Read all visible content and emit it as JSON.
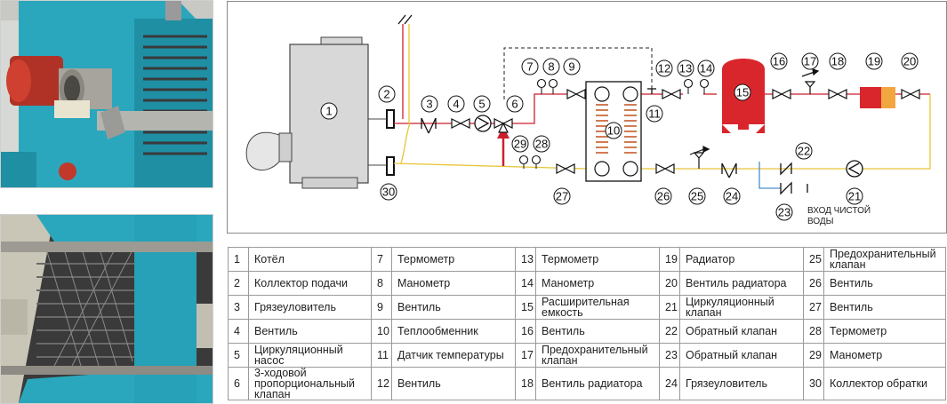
{
  "schematic": {
    "numbers": [
      "1",
      "2",
      "3",
      "4",
      "5",
      "6",
      "7",
      "8",
      "9",
      "10",
      "11",
      "12",
      "13",
      "14",
      "15",
      "16",
      "17",
      "18",
      "19",
      "20",
      "21",
      "22",
      "23",
      "24",
      "25",
      "26",
      "27",
      "28",
      "29",
      "30"
    ],
    "clean_water_label_line1": "ВХОД ЧИСТОЙ",
    "clean_water_label_line2": "ВОДЫ",
    "colors": {
      "supply": "#cc1f2e",
      "return": "#e8c53a",
      "clean": "#4a8fc9",
      "tank": "#d9262c",
      "pipe_dark": "#222222"
    }
  },
  "legend": {
    "rows": [
      [
        {
          "n": "1",
          "t": "Котёл"
        },
        {
          "n": "7",
          "t": "Термометр"
        },
        {
          "n": "13",
          "t": "Термометр"
        },
        {
          "n": "19",
          "t": "Радиатор"
        },
        {
          "n": "25",
          "t": "Предохранительный клапан"
        }
      ],
      [
        {
          "n": "2",
          "t": "Коллектор подачи"
        },
        {
          "n": "8",
          "t": "Манометр"
        },
        {
          "n": "14",
          "t": "Манометр"
        },
        {
          "n": "20",
          "t": "Вентиль радиатора"
        },
        {
          "n": "26",
          "t": "Вентиль"
        }
      ],
      [
        {
          "n": "3",
          "t": "Грязеуловитель"
        },
        {
          "n": "9",
          "t": "Вентиль"
        },
        {
          "n": "15",
          "t": "Расширительная емкость"
        },
        {
          "n": "21",
          "t": "Циркуляционный клапан"
        },
        {
          "n": "27",
          "t": "Вентиль"
        }
      ],
      [
        {
          "n": "4",
          "t": "Вентиль"
        },
        {
          "n": "10",
          "t": "Теплообменник"
        },
        {
          "n": "16",
          "t": "Вентиль"
        },
        {
          "n": "22",
          "t": "Обратный клапан"
        },
        {
          "n": "28",
          "t": "Термометр"
        }
      ],
      [
        {
          "n": "5",
          "t": "Циркуляционный насос"
        },
        {
          "n": "11",
          "t": "Датчик температуры"
        },
        {
          "n": "17",
          "t": "Предохранительный клапан"
        },
        {
          "n": "23",
          "t": "Обратный клапан"
        },
        {
          "n": "29",
          "t": "Манометр"
        }
      ],
      [
        {
          "n": "6",
          "t": "3-ходовой пропорциональный клапан"
        },
        {
          "n": "12",
          "t": "Вентиль"
        },
        {
          "n": "18",
          "t": "Вентиль радиатора"
        },
        {
          "n": "24",
          "t": "Грязеуловитель"
        },
        {
          "n": "30",
          "t": "Коллектор обратки"
        }
      ]
    ]
  }
}
